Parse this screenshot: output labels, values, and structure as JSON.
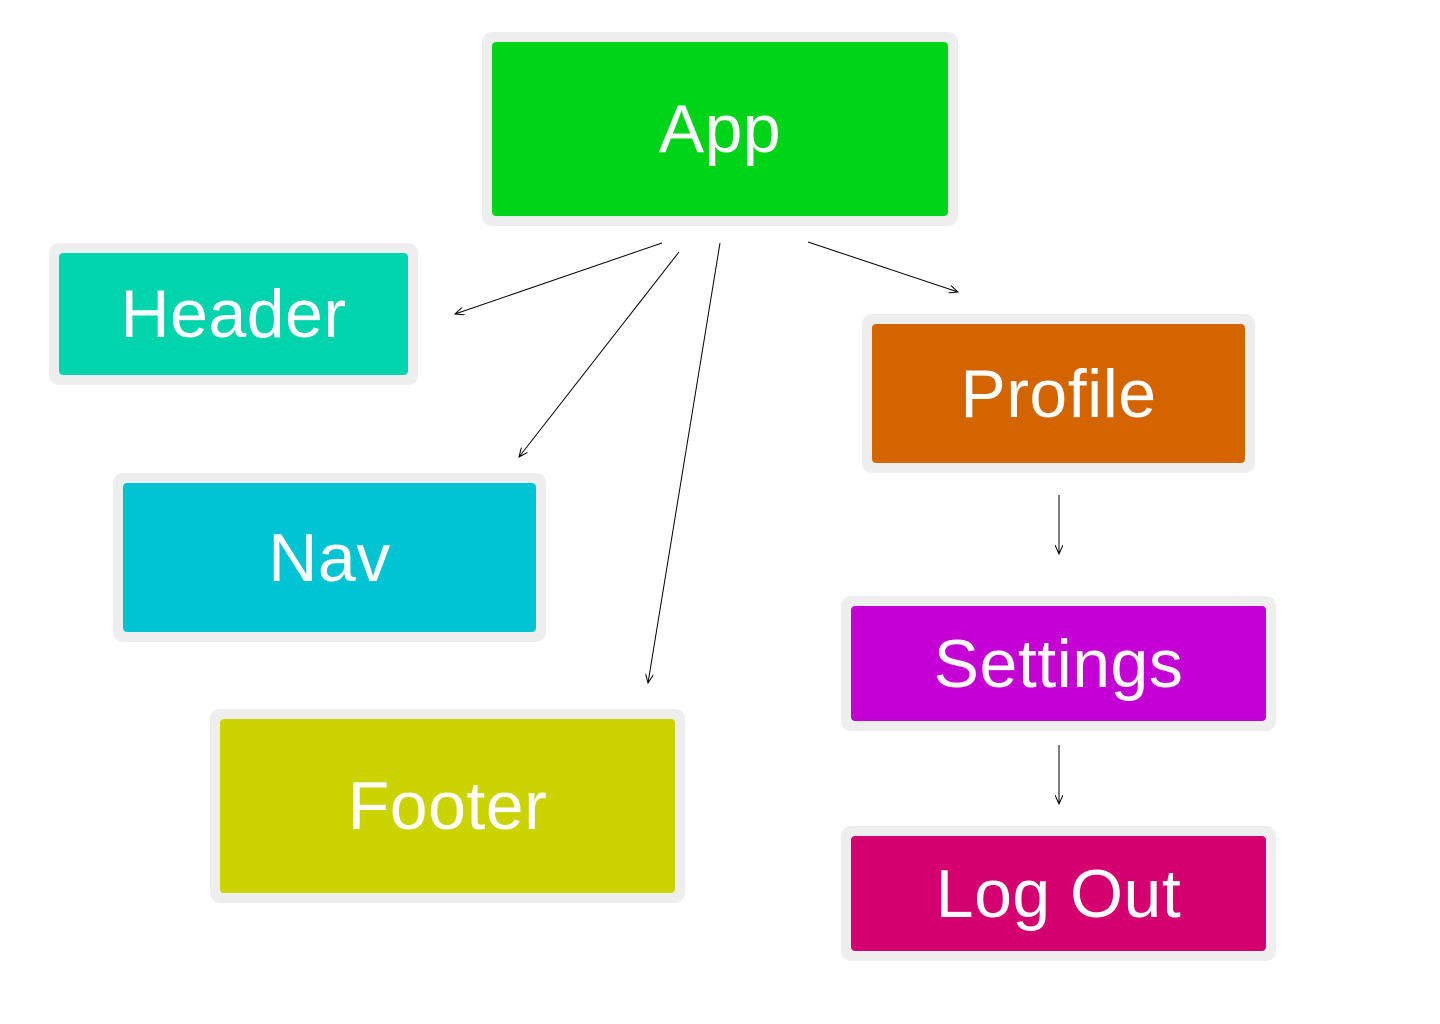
{
  "nodes": {
    "app": {
      "label": "App",
      "color": "#00d419"
    },
    "header": {
      "label": "Header",
      "color": "#00d4ad"
    },
    "nav": {
      "label": "Nav",
      "color": "#00c4d4"
    },
    "footer": {
      "label": "Footer",
      "color": "#cbd400"
    },
    "profile": {
      "label": "Profile",
      "color": "#d46400"
    },
    "settings": {
      "label": "Settings",
      "color": "#c400d4"
    },
    "logout": {
      "label": "Log Out",
      "color": "#d40070"
    }
  },
  "edges": [
    {
      "from": "app",
      "to": "header"
    },
    {
      "from": "app",
      "to": "nav"
    },
    {
      "from": "app",
      "to": "footer"
    },
    {
      "from": "app",
      "to": "profile"
    },
    {
      "from": "profile",
      "to": "settings"
    },
    {
      "from": "settings",
      "to": "logout"
    }
  ]
}
